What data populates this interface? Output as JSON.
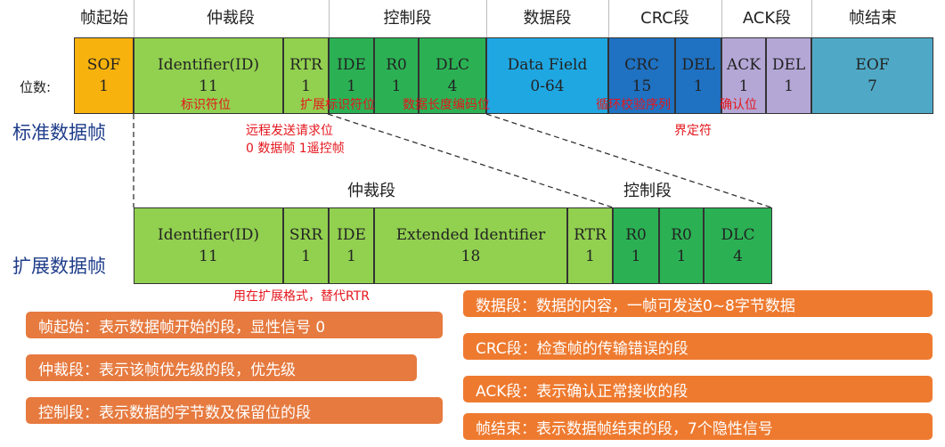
{
  "headers": {
    "sof": "帧起始",
    "arbitration": "仲裁段",
    "control": "控制段",
    "data": "数据段",
    "crc": "CRC段",
    "ack": "ACK段",
    "eof": "帧结束"
  },
  "bits_label": "位数:",
  "standard_label": "标准数据帧",
  "extended_label": "扩展数据帧",
  "standard_fields": [
    {
      "name": "SOF",
      "bits": "1",
      "color": "#f7b20d"
    },
    {
      "name": "Identifier(ID)",
      "bits": "11",
      "color": "#92d050"
    },
    {
      "name": "RTR",
      "bits": "1",
      "color": "#92d050"
    },
    {
      "name": "IDE",
      "bits": "1",
      "color": "#2bb154"
    },
    {
      "name": "R0",
      "bits": "1",
      "color": "#2bb154"
    },
    {
      "name": "DLC",
      "bits": "4",
      "color": "#2bb154"
    },
    {
      "name": "Data Field",
      "bits": "0-64",
      "color": "#1fa7e2"
    },
    {
      "name": "CRC",
      "bits": "15",
      "color": "#1f71c1"
    },
    {
      "name": "DEL",
      "bits": "1",
      "color": "#1f71c1"
    },
    {
      "name": "ACK",
      "bits": "1",
      "color": "#b4a7d6"
    },
    {
      "name": "DEL",
      "bits": "1",
      "color": "#b4a7d6"
    },
    {
      "name": "EOF",
      "bits": "7",
      "color": "#4fa9c6"
    }
  ],
  "standard_annotations": {
    "id_bit": "标识符位",
    "ext_id_bit": "扩展标识符位",
    "dlc_code": "数据长度编码位",
    "crc_seq": "循环校验序列",
    "ack_bit": "确认位",
    "rtr_desc": "远程发送请求位",
    "rtr_values": "0 数据帧   1遥控帧",
    "delimiter": "界定符"
  },
  "extended_headers": {
    "arbitration": "仲裁段",
    "control": "控制段"
  },
  "extended_fields": [
    {
      "name": "Identifier(ID)",
      "bits": "11",
      "color": "#92d050"
    },
    {
      "name": "SRR",
      "bits": "1",
      "color": "#92d050"
    },
    {
      "name": "IDE",
      "bits": "1",
      "color": "#92d050"
    },
    {
      "name": "Extended Identifier",
      "bits": "18",
      "color": "#92d050"
    },
    {
      "name": "RTR",
      "bits": "1",
      "color": "#92d050"
    },
    {
      "name": "R0",
      "bits": "1",
      "color": "#2bb154"
    },
    {
      "name": "R0",
      "bits": "1",
      "color": "#2bb154"
    },
    {
      "name": "DLC",
      "bits": "4",
      "color": "#2bb154"
    }
  ],
  "srr_note": "用在扩展格式，替代RTR",
  "notes_left": [
    "帧起始：表示数据帧开始的段，显性信号 0",
    "仲裁段：表示该帧优先级的段，优先级",
    "控制段：表示数据的字节数及保留位的段"
  ],
  "notes_right": [
    "数据段：数据的内容，一帧可发送0~8字节数据",
    "CRC段：检查帧的传输错误的段",
    "ACK段：表示确认正常接收的段",
    "帧结束：表示数据帧结束的段，7个隐性信号"
  ]
}
